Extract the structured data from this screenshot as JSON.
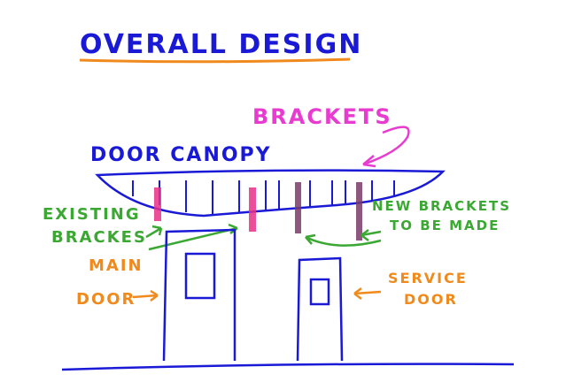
{
  "title": "OVERALL DESIGN",
  "labels": {
    "brackets": "BRACKETS",
    "door_canopy": "DOOR CANOPY",
    "existing_line1": "EXISTING",
    "existing_line2": "BRACKES",
    "new_line1": "NEW BRACKETS",
    "new_line2": "TO BE MADE",
    "main_line1": "MAIN",
    "main_line2": "DOOR",
    "service_line1": "SERVICE",
    "service_line2": "DOOR"
  },
  "colors": {
    "ink_blue": "#1a1ad6",
    "underline_orange": "#f08a1c",
    "magenta": "#e83cd0",
    "green": "#3aa832",
    "orange": "#f08a1c",
    "pink_bracket": "#e8308a",
    "purple_bracket": "#7a3a6a"
  }
}
